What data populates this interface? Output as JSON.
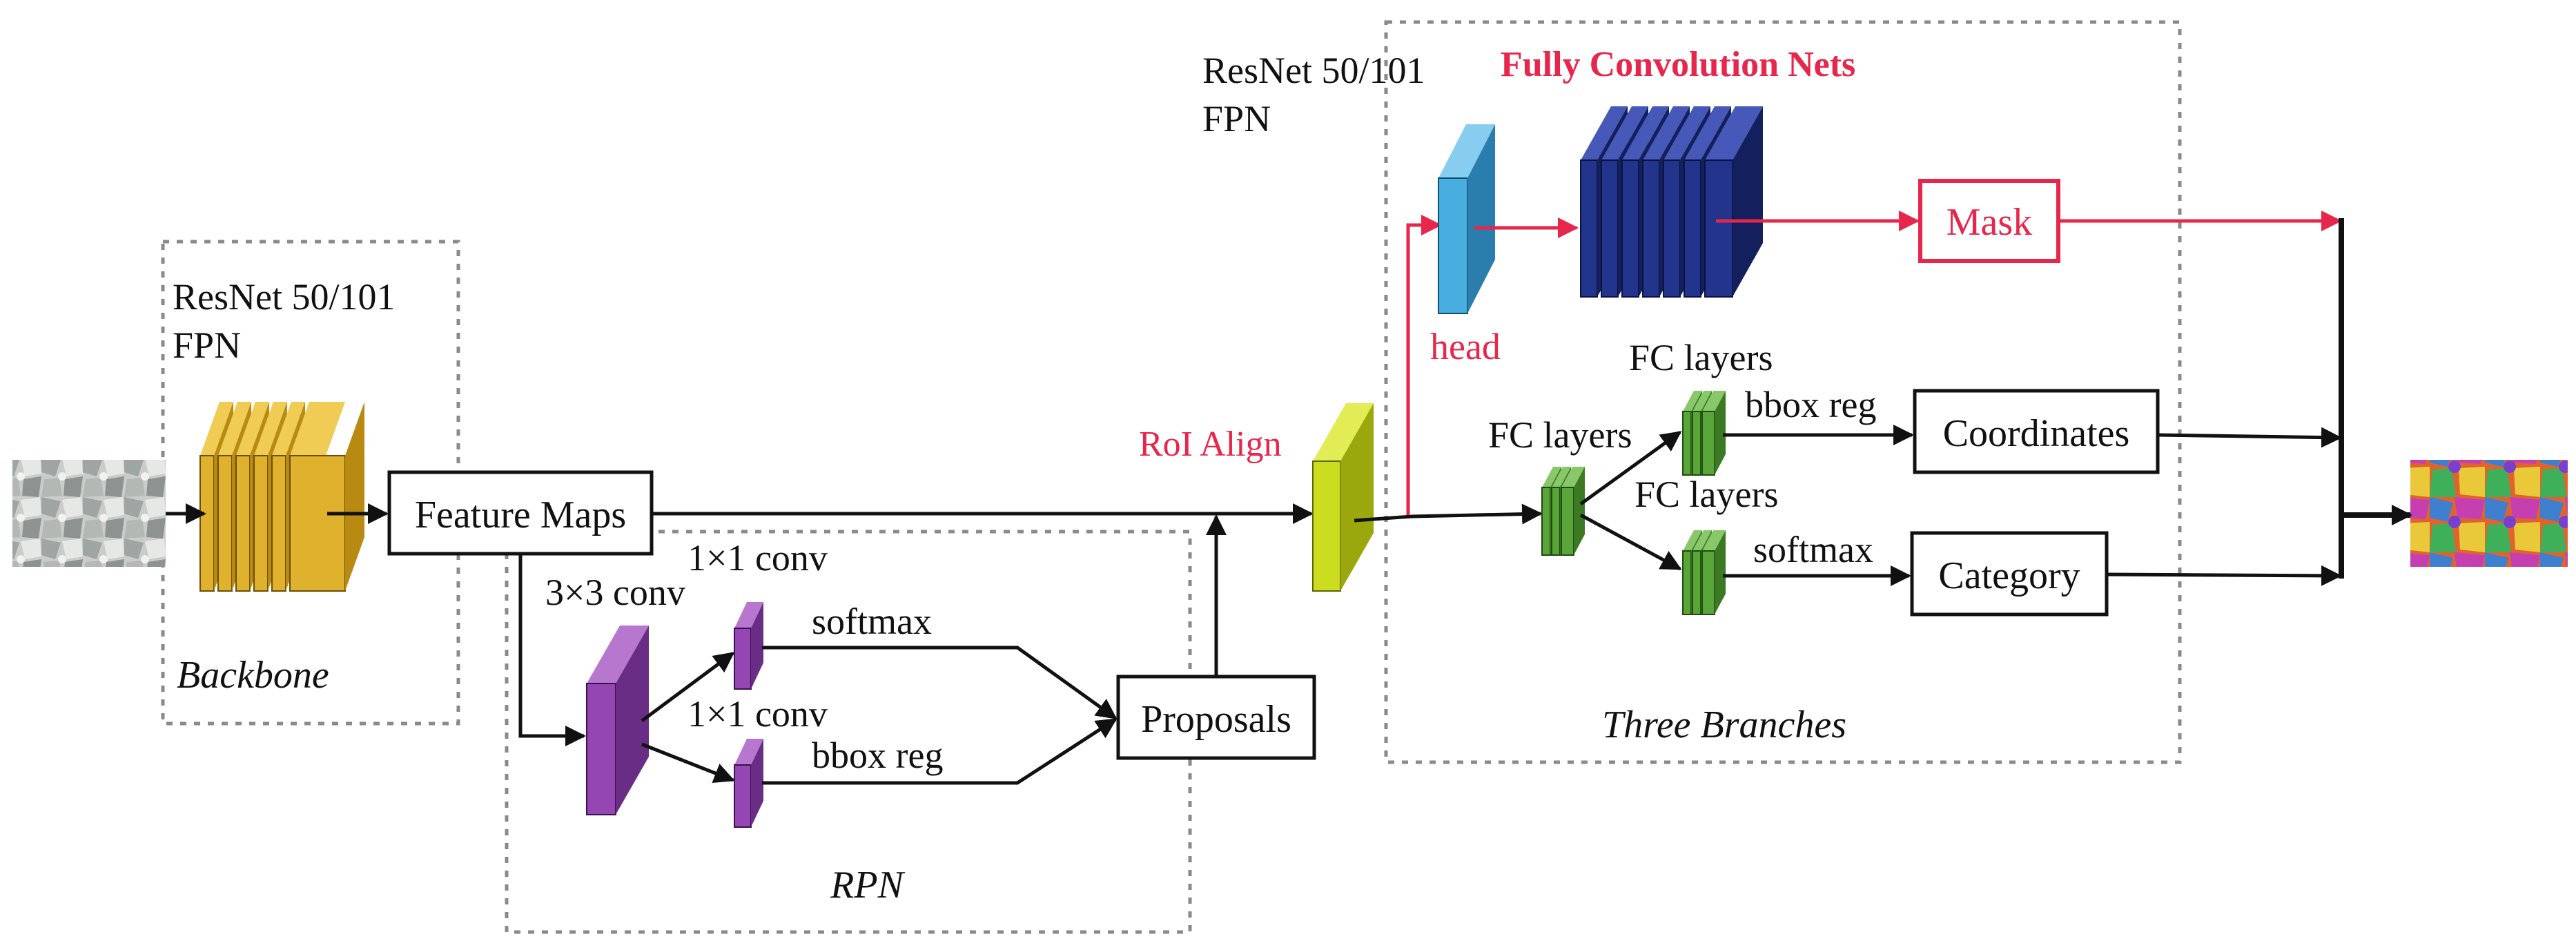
{
  "colors": {
    "black": "#111111",
    "red": "#e8254b",
    "gray_dash": "#8a8a8a",
    "yellow": "#e0b12c",
    "yellow_side": "#b98a12",
    "purple": "#9447b3",
    "purple_side": "#6a2d85",
    "lime": "#ccdc1e",
    "lime_side": "#9aa80e",
    "green": "#5aa538",
    "green_side": "#3b7a22",
    "sky": "#48aee0",
    "sky_side": "#2a7eae",
    "navy": "#23348c",
    "navy_side": "#141f5e"
  },
  "backbone": {
    "model": "ResNet 50/101",
    "sub": "FPN",
    "caption": "Backbone"
  },
  "feature_maps": {
    "label": "Feature Maps"
  },
  "rpn": {
    "conv3": "3×3 conv",
    "conv1_top": "1×1 conv",
    "conv1_bottom": "1×1 conv",
    "softmax": "softmax",
    "bbox_reg": "bbox reg",
    "proposals": "Proposals",
    "caption": "RPN"
  },
  "roi_align": {
    "label": "RoI Align"
  },
  "heads": {
    "model": "ResNet 50/101",
    "sub": "FPN",
    "fcn_title": "Fully Convolution Nets",
    "head": "head",
    "mask": "Mask",
    "fc_layers_main": "FC layers",
    "fc_layers_top": "FC layers",
    "fc_layers_bottom": "FC layers",
    "bbox_reg": "bbox reg",
    "softmax": "softmax",
    "coordinates": "Coordinates",
    "category": "Category",
    "caption": "Three Branches"
  },
  "images": {
    "input": "input-image-thumbnail",
    "output": "segmentation-output-thumbnail"
  }
}
